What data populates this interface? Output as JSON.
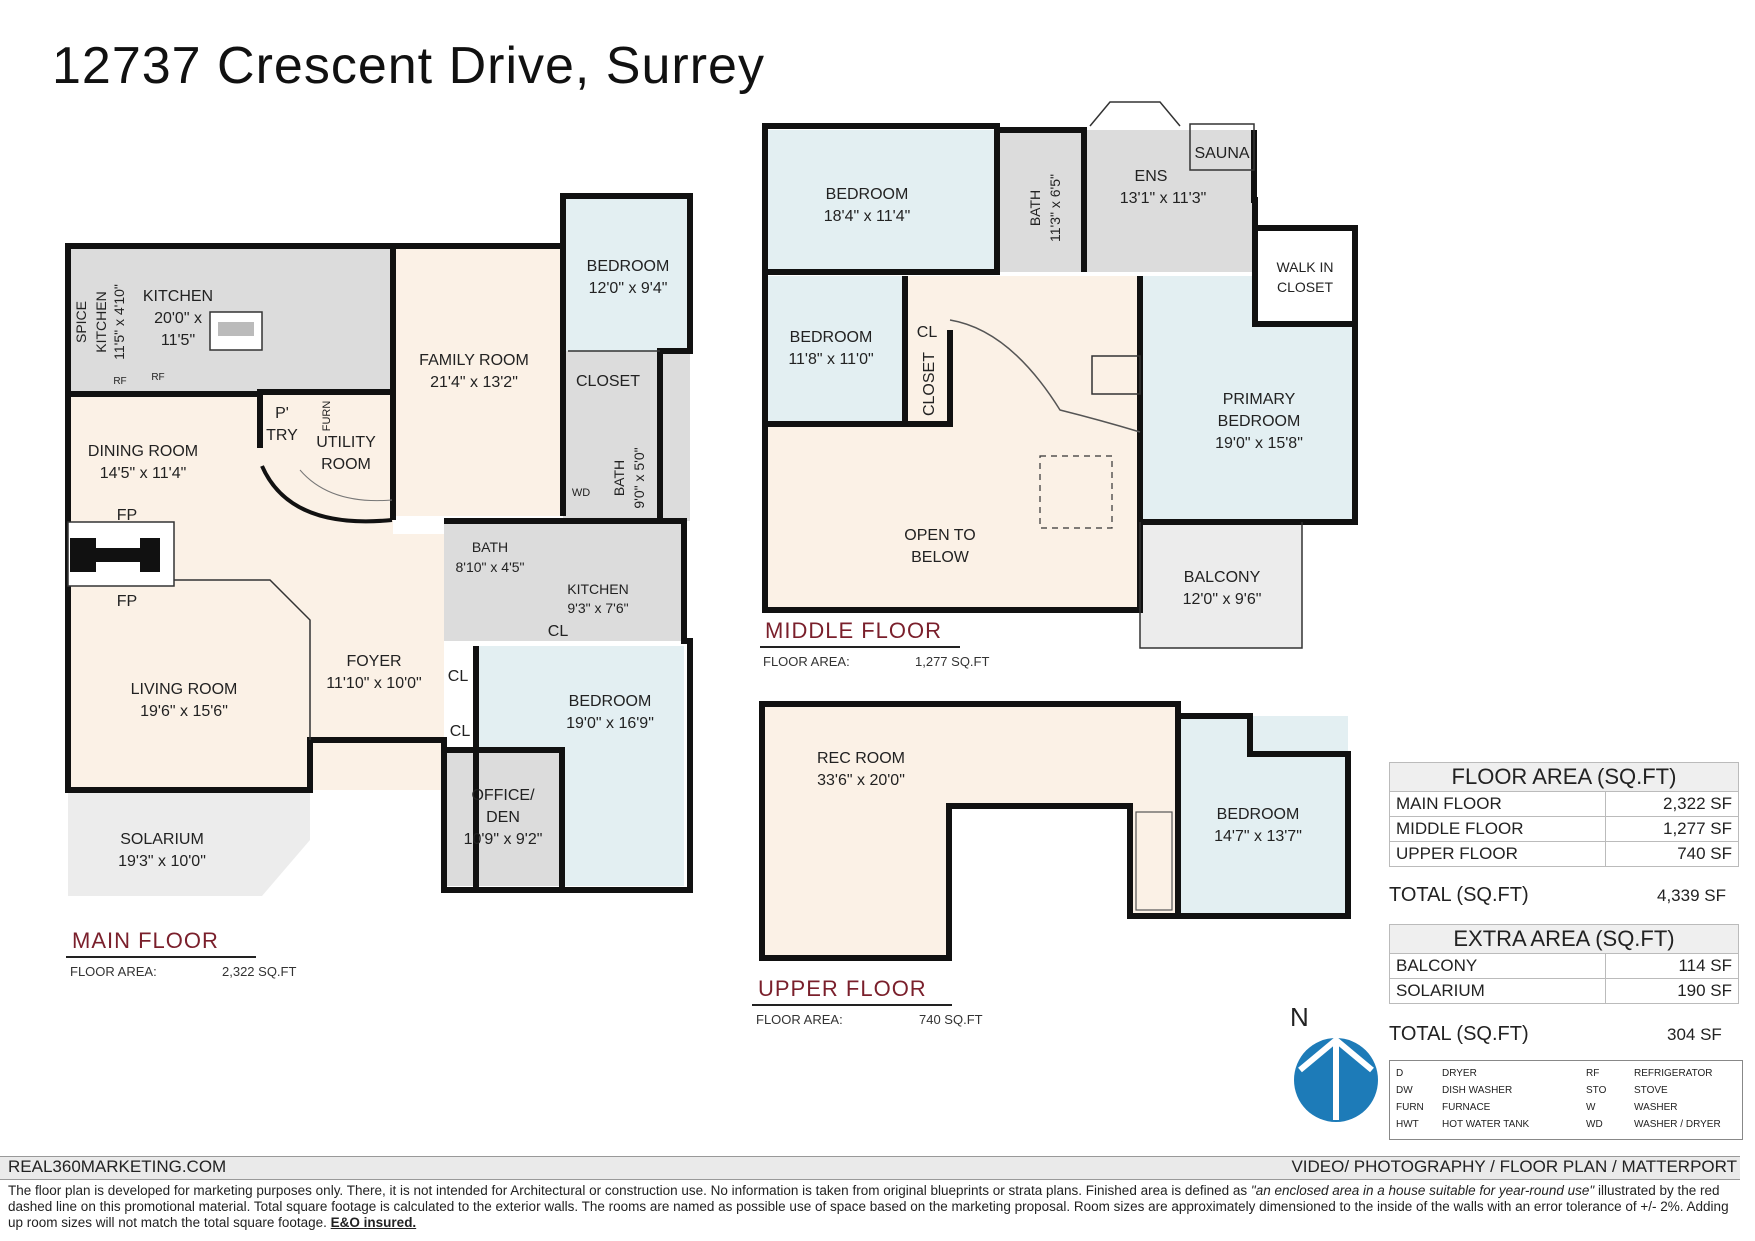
{
  "title": "12737 Crescent Drive, Surrey",
  "floors": {
    "main": {
      "name": "MAIN FLOOR",
      "area_label": "FLOOR AREA:",
      "area_value": "2,322 SQ.FT"
    },
    "middle": {
      "name": "MIDDLE FLOOR",
      "area_label": "FLOOR AREA:",
      "area_value": "1,277 SQ.FT"
    },
    "upper": {
      "name": "UPPER FLOOR",
      "area_label": "FLOOR AREA:",
      "area_value": "740 SQ.FT"
    }
  },
  "rooms": {
    "main": {
      "spice_kitchen": [
        "SPICE",
        "KITCHEN",
        "11'5\" x 4'10\""
      ],
      "kitchen": [
        "KITCHEN",
        "20'0\" x",
        "11'5\""
      ],
      "family_room": [
        "FAMILY ROOM",
        "21'4\" x 13'2\""
      ],
      "bedroom1": [
        "BEDROOM",
        "12'0\" x 9'4\""
      ],
      "closet": "CLOSET",
      "pantry": [
        "P'",
        "TRY"
      ],
      "furn": "FURN",
      "utility": [
        "UTILITY",
        "ROOM"
      ],
      "dining": [
        "DINING ROOM",
        "14'5\" x 11'4\""
      ],
      "fp1": "FP",
      "fp2": "FP",
      "bath_small": [
        "BATH",
        "9'0\" x 5'0\""
      ],
      "wd": "WD",
      "bath2": [
        "BATH",
        "8'10\" x 4'5\""
      ],
      "kitchen2": [
        "KITCHEN",
        "9'3\" x 7'6\""
      ],
      "cl1": "CL",
      "living": [
        "LIVING ROOM",
        "19'6\" x 15'6\""
      ],
      "foyer": [
        "FOYER",
        "11'10\" x 10'0\""
      ],
      "cl2": "CL",
      "cl3": "CL",
      "bedroom2": [
        "BEDROOM",
        "19'0\" x 16'9\""
      ],
      "office": [
        "OFFICE/",
        "DEN",
        "10'9\" x 9'2\""
      ],
      "solarium": [
        "SOLARIUM",
        "19'3\" x 10'0\""
      ],
      "rf1": "RF",
      "rf2": "RF"
    },
    "middle": {
      "bedroom1": [
        "BEDROOM",
        "18'4\" x 11'4\""
      ],
      "bath": [
        "BATH",
        "11'3\" x 6'5\""
      ],
      "ens": [
        "ENS",
        "13'1\" x 11'3\""
      ],
      "sauna": "SAUNA",
      "walkin": [
        "WALK IN",
        "CLOSET"
      ],
      "bedroom2": [
        "BEDROOM",
        "11'8\" x 11'0\""
      ],
      "cl": "CL",
      "closet": "CLOSET",
      "primary": [
        "PRIMARY",
        "BEDROOM",
        "19'0\" x 15'8\""
      ],
      "open": [
        "OPEN TO",
        "BELOW"
      ],
      "balcony": [
        "BALCONY",
        "12'0\" x 9'6\""
      ]
    },
    "upper": {
      "rec": [
        "REC ROOM",
        "33'6\" x 20'0\""
      ],
      "bedroom": [
        "BEDROOM",
        "14'7\" x 13'7\""
      ]
    }
  },
  "floor_area_table": {
    "heading": "FLOOR AREA (SQ.FT)",
    "rows": [
      {
        "label": "MAIN FLOOR",
        "value": "2,322 SF"
      },
      {
        "label": "MIDDLE FLOOR",
        "value": "1,277 SF"
      },
      {
        "label": "UPPER FLOOR",
        "value": "740 SF"
      }
    ],
    "total_label": "TOTAL (SQ.FT)",
    "total_value": "4,339 SF"
  },
  "extra_area_table": {
    "heading": "EXTRA AREA (SQ.FT)",
    "rows": [
      {
        "label": "BALCONY",
        "value": "114 SF"
      },
      {
        "label": "SOLARIUM",
        "value": "190 SF"
      }
    ],
    "total_label": "TOTAL (SQ.FT)",
    "total_value": "304 SF"
  },
  "north": "N",
  "legend": [
    {
      "code": "D",
      "desc": "DRYER"
    },
    {
      "code": "DW",
      "desc": "DISH WASHER"
    },
    {
      "code": "FURN",
      "desc": "FURNACE"
    },
    {
      "code": "HWT",
      "desc": "HOT WATER TANK"
    },
    {
      "code": "RF",
      "desc": "REFRIGERATOR"
    },
    {
      "code": "STO",
      "desc": "STOVE"
    },
    {
      "code": "W",
      "desc": "WASHER"
    },
    {
      "code": "WD",
      "desc": "WASHER / DRYER"
    }
  ],
  "footer": {
    "left": "REAL360MARKETING.COM",
    "right": "VIDEO/ PHOTOGRAPHY / FLOOR PLAN / MATTERPORT",
    "disclaimer_1": "The floor plan is developed for marketing purposes only. There, it is not intended for Architectural or construction use. No information is  taken from original blueprints or strata plans. Finished area is defined as ",
    "disclaimer_quote": "\"an enclosed area in a house suitable for year-round use\"",
    "disclaimer_2": " illustrated by the red dashed line on this promotional material. Total square footage is calculated to the exterior walls. The rooms are named as possible use of space based on the marketing proposal. Room sizes are approximately dimensioned to the inside of the walls with an error tolerance of +/- 2%. Adding up room sizes will not match the total square footage. ",
    "disclaimer_eo": "E&O insured."
  },
  "colors": {
    "peach": "#fbf1e6",
    "blue": "#e3eff2",
    "gray": "#dcdcdc",
    "lightgray": "#ececec",
    "accent": "#7a1f2b",
    "compass": "#1d7bb8"
  }
}
